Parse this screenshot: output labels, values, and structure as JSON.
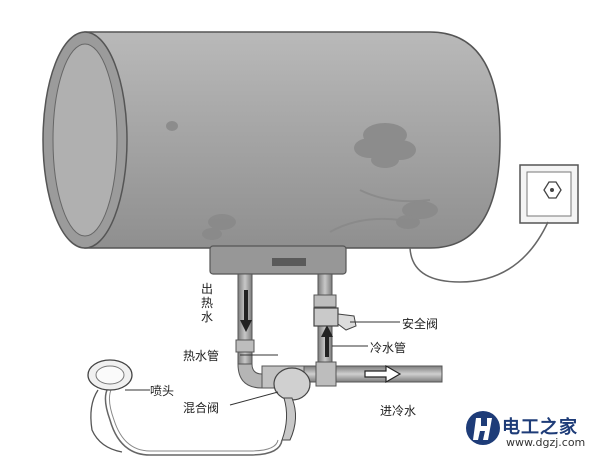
{
  "labels": {
    "hot_out": "出热水",
    "hot_pipe": "热水管",
    "mix_valve": "混合阀",
    "safety_valve": "安全阀",
    "cold_pipe": "冷水管",
    "cold_in": "进冷水",
    "nozzle": "喷头"
  },
  "watermark": {
    "name": "电工之家",
    "url": "www.dgzj.com",
    "logo_color": "#1e3c78"
  },
  "colors": {
    "tank_body": "#a4a4a4",
    "tank_end": "#8e8e8e",
    "pipe": "#9a9a9a"
  }
}
